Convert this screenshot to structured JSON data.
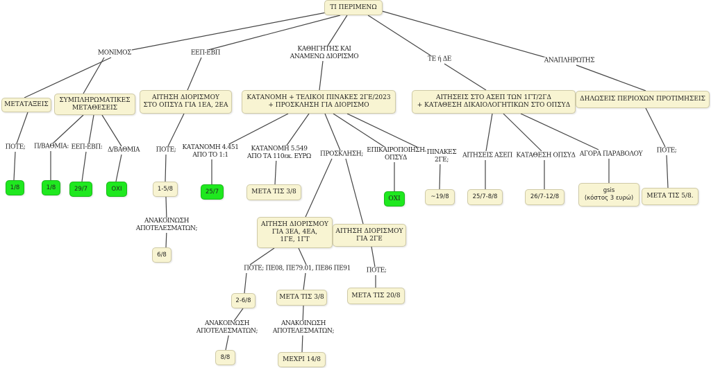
{
  "root": "ΤΙ ΠΕΡΙΜΕΝΩ",
  "colors": {
    "box_fill": "#f8f4d2",
    "highlight_fill": "#1fe81f",
    "line": "#444444"
  },
  "branches": {
    "monimos": "ΜΟΝΙΜΟΣ",
    "eep": "ΕΕΠ-ΕΒΠ",
    "kathigitis": "ΚΑΘΗΓΗΤΗΣ ΚΑΙ\nΑΝΑΜΕΝΩ ΔΙΟΡΙΣΜΟ",
    "te_de": "ΤΕ ή ΔΕ",
    "anaplirotis": "ΑΝΑΠΛΗΡΩΤΗΣ"
  },
  "nodes": {
    "metataxeis": "ΜΕΤΑΤΑΞΕΙΣ",
    "symplirwmatikes": "ΣΥΜΠΛΗΡΩΜΑΤΙΚΕΣ\nΜΕΤΑΘΕΣΕΙΣ",
    "aitisi_eep": "ΑΙΤΗΣΗ ΔΙΟΡΙΣΜΟΥ\nΣΤΟ ΟΠΣΥΔ ΓΙΑ 1ΕΑ, 2ΕΑ",
    "katanomi": "ΚΑΤΑΝΟΜΗ + ΤΕΛΙΚΟΙ ΠΙΝΑΚΕΣ 2ΓΕ/2023\n+ ΠΡΟΣΚΛΗΣΗ ΓΙΑ ΔΙΟΡΙΣΜΟ",
    "aitiseis_asep": "ΑΙΤΗΣΕΙΣ ΣΤΟ ΑΣΕΠ ΤΩΝ 1ΓΤ/2ΓΔ\n+ ΚΑΤΑΘΕΣΗ ΔΙΚΑΙΟΛΟΓΗΤΙΚΩΝ ΣΤΟ ΟΠΣΥΔ",
    "dilwseis": "ΔΗΛΩΣΕΙΣ ΠΕΡΙΟΧΩΝ ΠΡΟΤΙΜΗΣΕΙΣ",
    "aitisi_3ea": "ΑΙΤΗΣΗ ΔΙΟΡΙΣΜΟΥ\nΓΙΑ 3ΕΑ, 4ΕΑ,\n1ΓΕ, 1ΓΤ",
    "aitisi_2ge": "ΑΙΤΗΣΗ ΔΙΟΡΙΣΜΟΥ\nΓΙΑ 2ΓΕ"
  },
  "links": {
    "pote1": "ΠΟΤΕ;",
    "pbathmia": "Π/ΒΑΘΜΙΑ:",
    "eep_ebp": "ΕΕΠ-ΕΒΠ:",
    "dbathmia": "Δ/ΒΑΘΜΙΑ",
    "pote2": "ΠΟΤΕ;",
    "katanomi4451": "ΚΑΤΑΝΟΜΗ 4.451\nΑΠΟ ΤΟ 1:1",
    "katanomi5549": "ΚΑΤΑΝΟΜΗ 5.549\nΑΠΟ ΤΑ 110εκ. ΕΥΡΩ",
    "prosklisi": "ΠΡΟΣΚΛΗΣΗ;",
    "epikairopoiisi": "ΕΠΙΚΑΙΡΟΠΟΙΗΣΗ\nΟΠΣΥΔ",
    "pinakes": "ΠΙΝΑΚΕΣ\n2ΓΕ;",
    "aitiseis_asep": "ΑΙΤΗΣΕΙΣ ΑΣΕΠ",
    "katathesi": "ΚΑΤΑΘΕΣΗ ΟΠΣΥΔ",
    "agora": "ΑΓΟΡΑ ΠΑΡΑΒΟΛΟΥ",
    "pote3": "ΠΟΤΕ;",
    "anakoinwsi1": "ΑΝΑΚΟΙΝΩΣΗ\nΑΠΟΤΕΛΕΣΜΑΤΩΝ;",
    "pote_pe": "ΠΟΤΕ; ΠΕ08, ΠΕ79.01, ΠΕ86 ΠΕ91",
    "pote4": "ΠΟΤΕ;",
    "anakoinwsi2": "ΑΝΑΚΟΙΝΩΣΗ\nΑΠΟΤΕΛΕΣΜΑΤΩΝ;",
    "anakoinwsi3": "ΑΝΑΚΟΙΝΩΣΗ\nΑΠΟΤΕΛΕΣΜΑΤΩΝ;"
  },
  "answers": {
    "metataxeis": "1/8",
    "pbathmia": "1/8",
    "eep": "29/7",
    "dbathmia": "ΟΧΙ",
    "aitisi_eep": "1-5/8",
    "katanomi4451": "25/7",
    "katanomi5549": "ΜΕΤΑ ΤΙΣ 3/8",
    "epikairopoiisi": "ΟΧΙ",
    "pinakes": "~19/8",
    "aitiseis_asep": "25/7-8/8",
    "katathesi": "26/7-12/8",
    "agora": "gsis\n(κόστος 3 ευρώ)",
    "dilwseis": "ΜΕΤΑ ΤΙΣ 5/8.",
    "anakoinwsi_eep": "6/8",
    "pote_3ea": "2-6/8",
    "pe_3ea": "ΜΕΤΑ ΤΙΣ 3/8",
    "pote_2ge": "ΜΕΤΑ ΤΙΣ 20/8",
    "anakoinwsi_26": "8/8",
    "anakoinwsi_38": "ΜΕΧΡΙ 14/8"
  }
}
